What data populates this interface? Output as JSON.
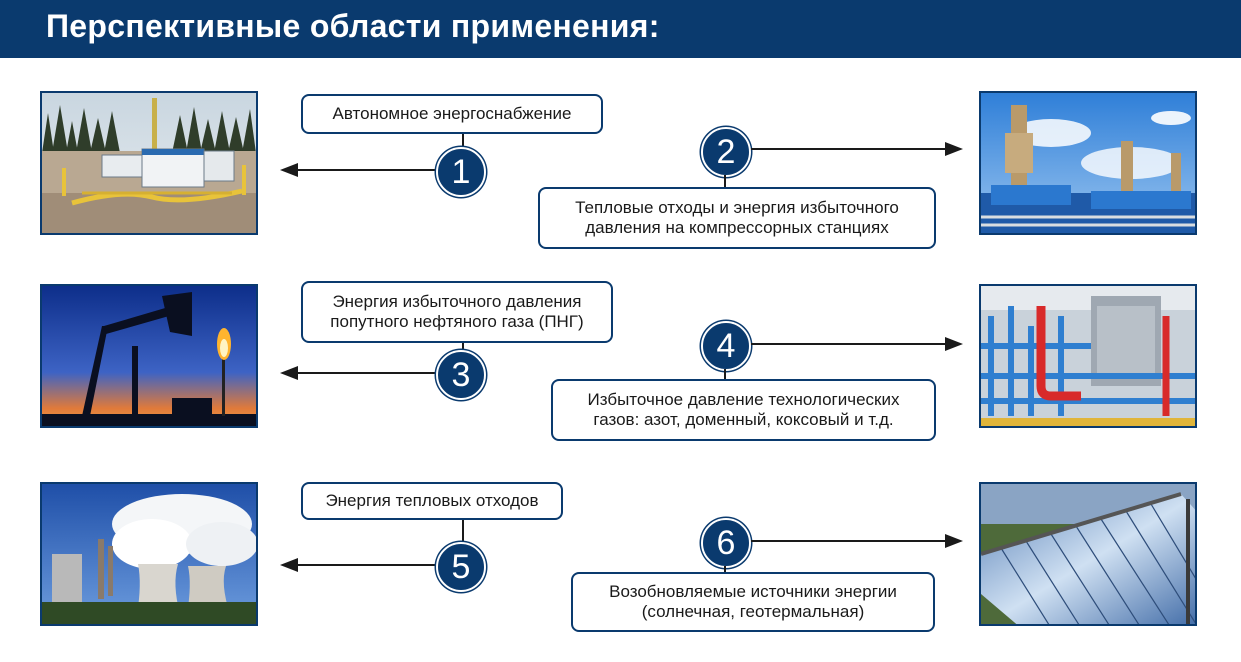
{
  "header": {
    "title": "Перспективные области применения:"
  },
  "colors": {
    "navy": "#0a3a6e"
  },
  "items": [
    {
      "number": "1",
      "label": "Автономное энергоснабжение",
      "photo": "gas-station-icon"
    },
    {
      "number": "2",
      "label_line1": "Тепловые отходы и энергия избыточного",
      "label_line2": "давления на компрессорных станциях",
      "photo": "compressor-station-icon"
    },
    {
      "number": "3",
      "label_line1": "Энергия избыточного давления",
      "label_line2": "попутного нефтяного газа (ПНГ)",
      "photo": "oil-pump-flare-icon"
    },
    {
      "number": "4",
      "label_line1": "Избыточное давление технологических",
      "label_line2": "газов: азот, доменный, коксовый и т.д.",
      "photo": "refinery-pipes-icon"
    },
    {
      "number": "5",
      "label": "Энергия тепловых отходов",
      "photo": "cooling-towers-icon"
    },
    {
      "number": "6",
      "label_line1": "Возобновляемые источники энергии",
      "label_line2": "(солнечная, геотермальная)",
      "photo": "solar-panels-icon"
    }
  ]
}
